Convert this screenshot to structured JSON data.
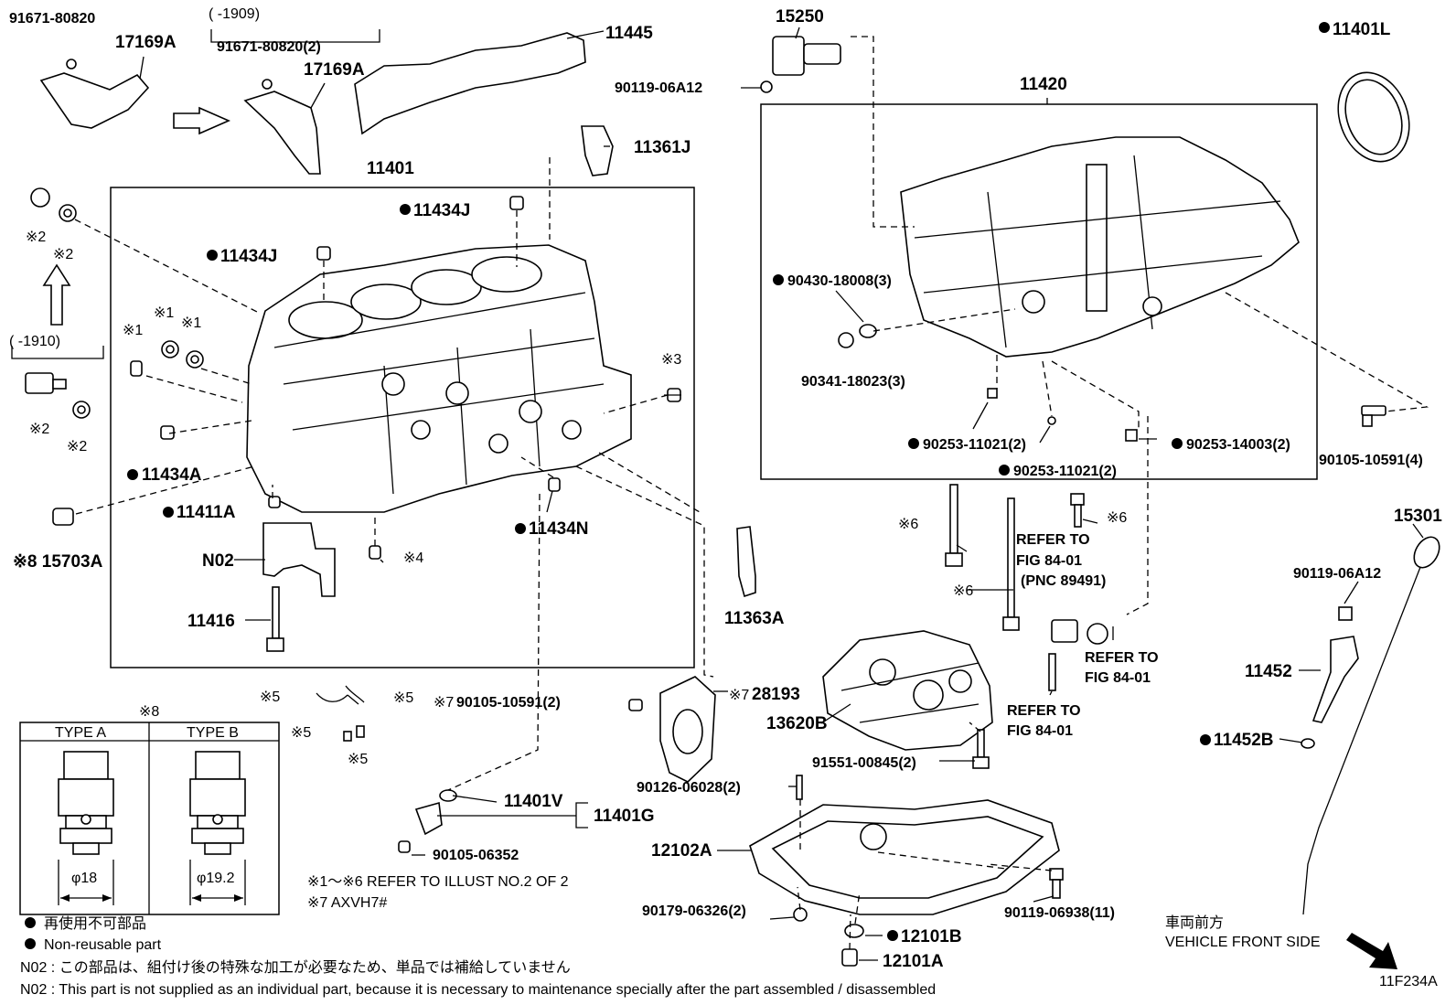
{
  "diagram_id": "11F234A",
  "labels": {
    "p91671_a": "91671-80820",
    "p17169a_a": "17169A",
    "range_1909": "(      -1909)",
    "p91671_b": "91671-80820(2)",
    "p17169a_b": "17169A",
    "p11445": "11445",
    "p15250": "15250",
    "p90119_a": "90119-06A12",
    "p11401l": "11401L",
    "p11420": "11420",
    "p11361j": "11361J",
    "p11401": "11401",
    "p11434j_a": "11434J",
    "p11434j_b": "11434J",
    "p90430": "90430-18008(3)",
    "p90341": "90341-18023(3)",
    "p90253_a": "90253-11021(2)",
    "p90253_b": "90253-11021(2)",
    "p90253_c": "90253-14003(2)",
    "p90105_a": "90105-10591(4)",
    "range_1910": "(      -1910)",
    "m1a": "※1",
    "m1b": "※1",
    "m1c": "※1",
    "m2a": "※2",
    "m2b": "※2",
    "m2c": "※2",
    "m2d": "※2",
    "m3": "※3",
    "m4": "※4",
    "m5a": "※5",
    "m5b": "※5",
    "m5c": "※5",
    "m5d": "※5",
    "m6a": "※6",
    "m6b": "※6",
    "m6c": "※6",
    "m7a": "※7",
    "m7b": "※7",
    "m8": "※8",
    "p11434a": "11434A",
    "p11411a": "11411A",
    "p11434n": "11434N",
    "p15703a": "※8 15703A",
    "n02": "N02",
    "p11416": "11416",
    "p11363a": "11363A",
    "refer1_l1": "REFER TO",
    "refer1_l2": "FIG 84-01",
    "refer1_l3": "(PNC 89491)",
    "refer2_l1": "REFER TO",
    "refer2_l2": "FIG 84-01",
    "refer3_l1": "REFER TO",
    "refer3_l2": "FIG 84-01",
    "p15301": "15301",
    "p90119_b": "90119-06A12",
    "p11452": "11452",
    "p11452b": "11452B",
    "p90105_b": "90105-10591(2)",
    "p28193": "28193",
    "p13620b": "13620B",
    "p91551": "91551-00845(2)",
    "p90126": "90126-06028(2)",
    "p11401v": "11401V",
    "p11401g": "11401G",
    "p90105_c": "90105-06352",
    "p12102a": "12102A",
    "p90179": "90179-06326(2)",
    "p90119_c": "90119-06938(11)",
    "p12101b": "12101B",
    "p12101a": "12101A",
    "type_a": "TYPE A",
    "type_b": "TYPE B",
    "dia_a": "φ18",
    "dia_b": "φ19.2"
  },
  "notes": {
    "refer_illust": "※1～※6  REFER TO ILLUST NO.2 OF 2",
    "axvh7": "※7 AXVH7#",
    "nonreuse_jp": "再使用不可部品",
    "nonreuse_en": "Non-reusable part",
    "n02_jp": "N02 : この部品は、組付け後の特殊な加工が必要なため、単品では補給していません",
    "n02_en": "N02 : This part is not supplied as an individual part, because it is necessary to maintenance specially after the part assembled / disassembled",
    "front_jp": "車両前方",
    "front_en": "VEHICLE FRONT SIDE"
  },
  "icons": [
    "filled-dot-icon",
    "arrow-icon"
  ]
}
